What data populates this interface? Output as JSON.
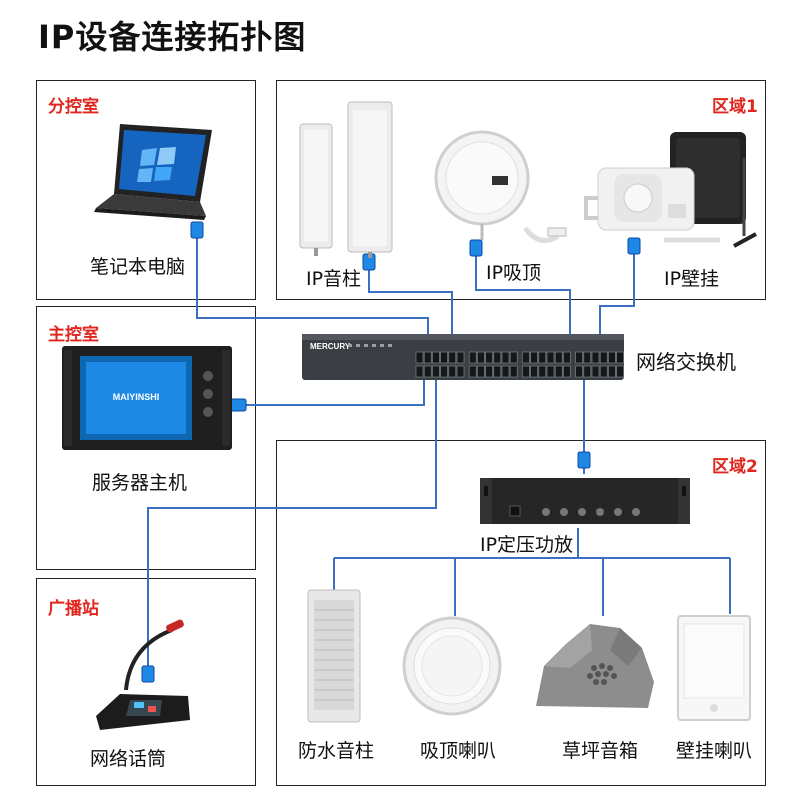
{
  "title": "IP设备连接拓扑图",
  "zones": {
    "sub_control": "分控室",
    "main_control": "主控室",
    "broadcast_station": "广播站",
    "area1": "区域1",
    "area2": "区域2"
  },
  "devices": {
    "laptop": "笔记本电脑",
    "ip_column": "IP音柱",
    "ip_ceiling": "IP吸顶",
    "ip_wall": "IP壁挂",
    "switch": "网络交换机",
    "server": "服务器主机",
    "amplifier": "IP定压功放",
    "mic": "网络话筒",
    "waterproof_column": "防水音柱",
    "ceiling_speaker": "吸顶喇叭",
    "lawn_speaker": "草坪音箱",
    "wall_speaker": "壁挂喇叭"
  },
  "brands": {
    "switch_brand": "MERCURY",
    "server_brand": "MAIYINSHI"
  },
  "colors": {
    "wire_blue": "#3a6fc4",
    "zone_label_red": "#e0261e",
    "cable_plug": "#1e88e5"
  }
}
